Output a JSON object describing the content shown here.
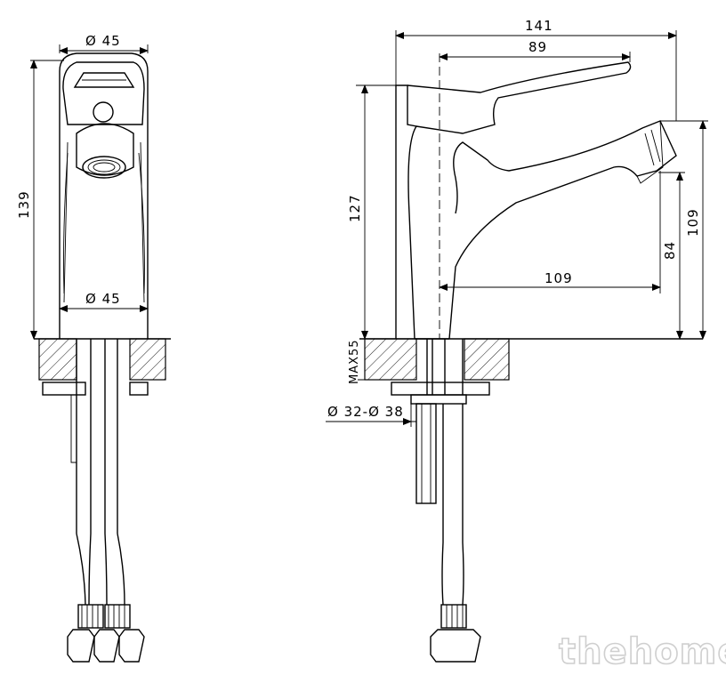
{
  "front_view": {
    "top_diameter": "Ø 45",
    "base_diameter": "Ø 45",
    "height": "139"
  },
  "side_view": {
    "overall_length": "141",
    "lever_length": "89",
    "height": "127",
    "spout_reach": "109",
    "spout_height": "109",
    "aerator_height": "84",
    "max_thickness": "MAX55",
    "hole_diameter": "Ø 32-Ø 38"
  },
  "watermark": "thehome"
}
